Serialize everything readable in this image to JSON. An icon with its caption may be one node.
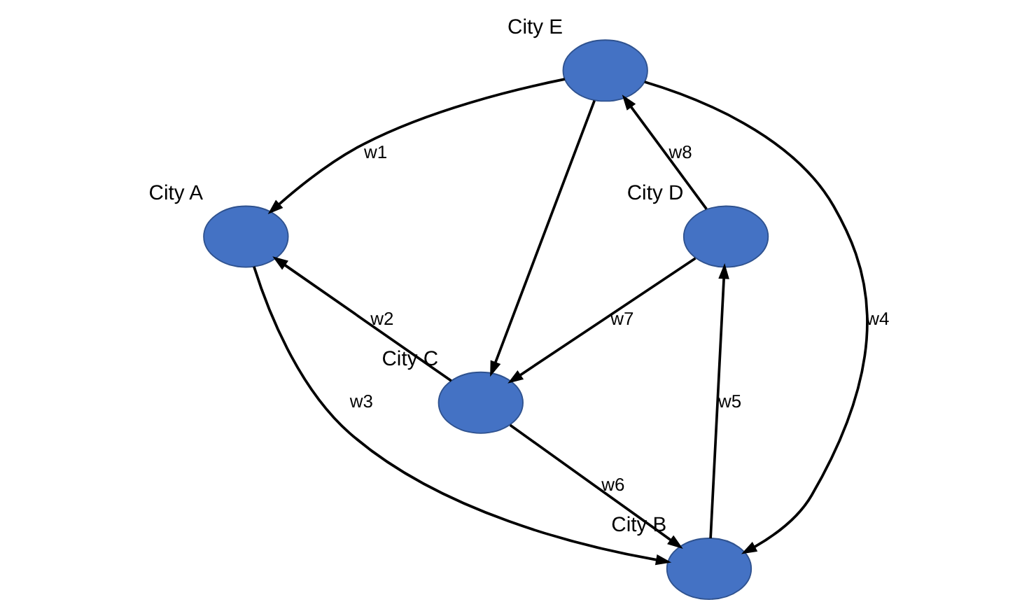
{
  "diagram": {
    "nodes": [
      {
        "text": [],
        "shape": "ellipse",
        "beside": [
          "City E"
        ]
      },
      {
        "text": [],
        "shape": "ellipse",
        "beside": [
          "City D"
        ]
      },
      {
        "text": [],
        "shape": "ellipse",
        "beside": [
          "City A"
        ]
      },
      {
        "text": [],
        "shape": "ellipse",
        "beside": [
          "City C"
        ]
      },
      {
        "text": [],
        "shape": "ellipse",
        "beside": [
          "City B"
        ]
      }
    ],
    "edges": [
      {
        "from": 1,
        "to": 0,
        "arrow": "to",
        "label": "w8"
      },
      {
        "from": 0,
        "to": 2,
        "arrow": "to",
        "label": "w1"
      },
      {
        "from": 0,
        "to": 3,
        "arrow": "to"
      },
      {
        "from": 0,
        "to": 4,
        "arrow": "to",
        "label": "w4"
      },
      {
        "from": 3,
        "to": 2,
        "arrow": "to",
        "label": "w2"
      },
      {
        "from": 4,
        "to": 1,
        "arrow": "to",
        "label": "w5"
      },
      {
        "from": 1,
        "to": 3,
        "arrow": "to",
        "label": "w7"
      },
      {
        "from": 2,
        "to": 4,
        "arrow": "to",
        "label": "w3"
      },
      {
        "from": 3,
        "to": 4,
        "arrow": "to",
        "label": "w6"
      }
    ]
  }
}
